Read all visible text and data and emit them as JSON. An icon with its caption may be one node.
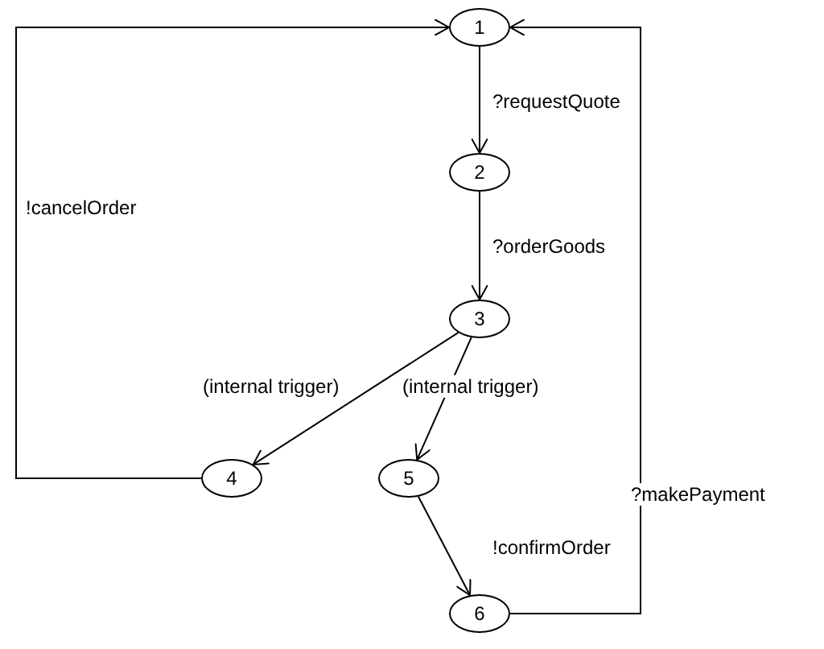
{
  "diagram": {
    "nodes": [
      {
        "text": [
          "1"
        ]
      },
      {
        "text": [
          "2"
        ]
      },
      {
        "text": [
          "3"
        ]
      },
      {
        "text": [
          "4"
        ]
      },
      {
        "text": [
          "5"
        ]
      },
      {
        "text": [
          "6"
        ]
      }
    ],
    "edges": [
      {
        "from": 0,
        "to": 1,
        "arrow": "to",
        "label": "?requestQuote"
      },
      {
        "from": 1,
        "to": 2,
        "arrow": "to",
        "label": "?orderGoods"
      },
      {
        "from": 2,
        "to": 3,
        "arrow": "to",
        "label": "(internal trigger)"
      },
      {
        "from": 2,
        "to": 4,
        "arrow": "to",
        "label": "(internal trigger)"
      },
      {
        "from": 3,
        "to": 0,
        "arrow": "to",
        "label": "!cancelOrder"
      },
      {
        "from": 4,
        "to": 5,
        "arrow": "to",
        "label": "!confirmOrder"
      },
      {
        "from": 5,
        "to": 0,
        "arrow": "to",
        "label": "?makePayment"
      }
    ]
  }
}
